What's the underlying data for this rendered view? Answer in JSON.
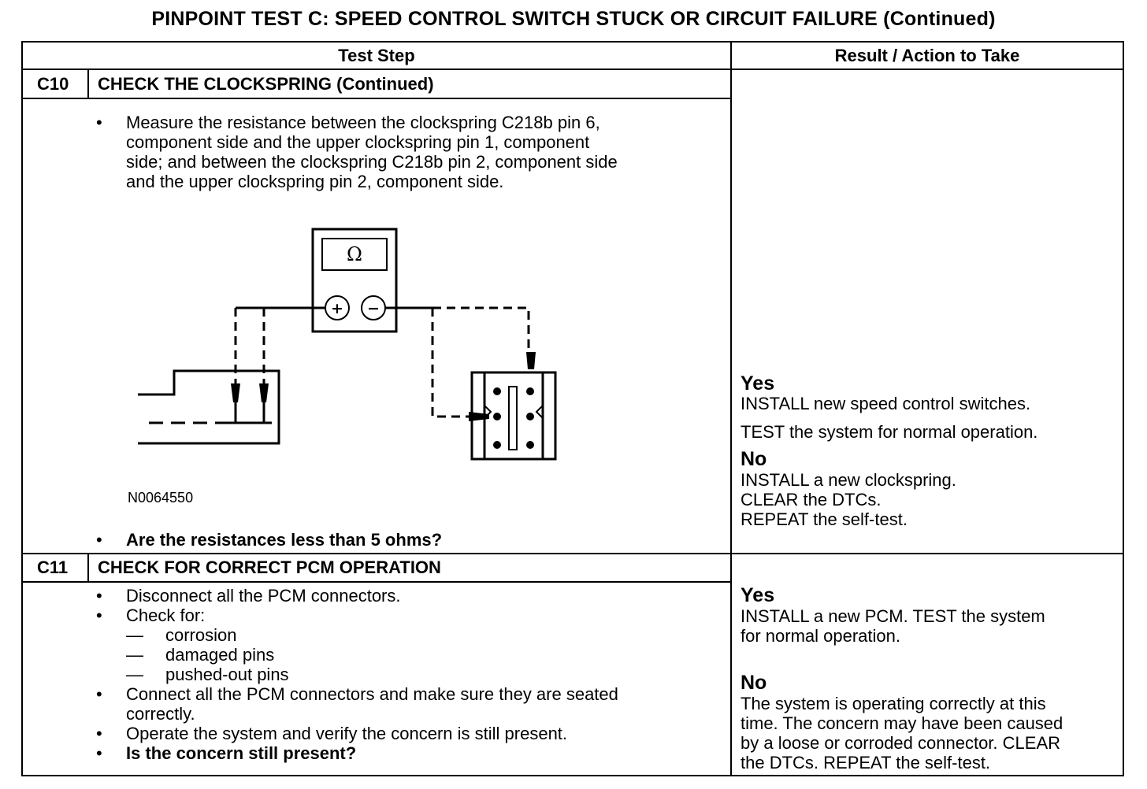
{
  "title": "PINPOINT TEST  C: SPEED CONTROL SWITCH STUCK OR CIRCUIT FAILURE (Continued)",
  "headers": {
    "test_step": "Test Step",
    "result": "Result / Action to Take"
  },
  "c10": {
    "id": "C10",
    "heading": "CHECK THE CLOCKSPRING (Continued)",
    "bullet_symbol": "•",
    "measure_lines": [
      "Measure the resistance between the clockspring C218b pin 6,",
      "component side and the upper clockspring pin 1, component",
      "side; and between the clockspring C218b pin 2, component side",
      "and the upper clockspring pin 2, component side."
    ],
    "meter_symbol": "Ω",
    "meter_plus": "+",
    "meter_minus": "−",
    "figure_id": "N0064550",
    "question": "Are the resistances less than 5 ohms?",
    "yes_label": "Yes",
    "yes_lines": [
      "INSTALL new speed control switches.",
      "TEST the system for normal operation."
    ],
    "no_label": "No",
    "no_lines": [
      "INSTALL a new clockspring.",
      "CLEAR the DTCs.",
      "REPEAT the self-test."
    ]
  },
  "c11": {
    "id": "C11",
    "heading": "CHECK FOR CORRECT PCM OPERATION",
    "dash_symbol": "—",
    "steps": [
      "Disconnect all the PCM connectors.",
      "Check for:",
      "corrosion",
      "damaged pins",
      "pushed-out pins",
      "Connect all the PCM connectors and make sure they are seated",
      "correctly.",
      "Operate the system and verify the concern is still present.",
      "Is the concern still present?"
    ],
    "yes_label": "Yes",
    "yes_lines": [
      "INSTALL a new PCM. TEST the system",
      "for normal operation."
    ],
    "no_label": "No",
    "no_lines": [
      "The system is operating correctly at this",
      "time. The concern may have been caused",
      "by a loose or corroded connector. CLEAR",
      "the DTCs. REPEAT the self-test."
    ]
  }
}
